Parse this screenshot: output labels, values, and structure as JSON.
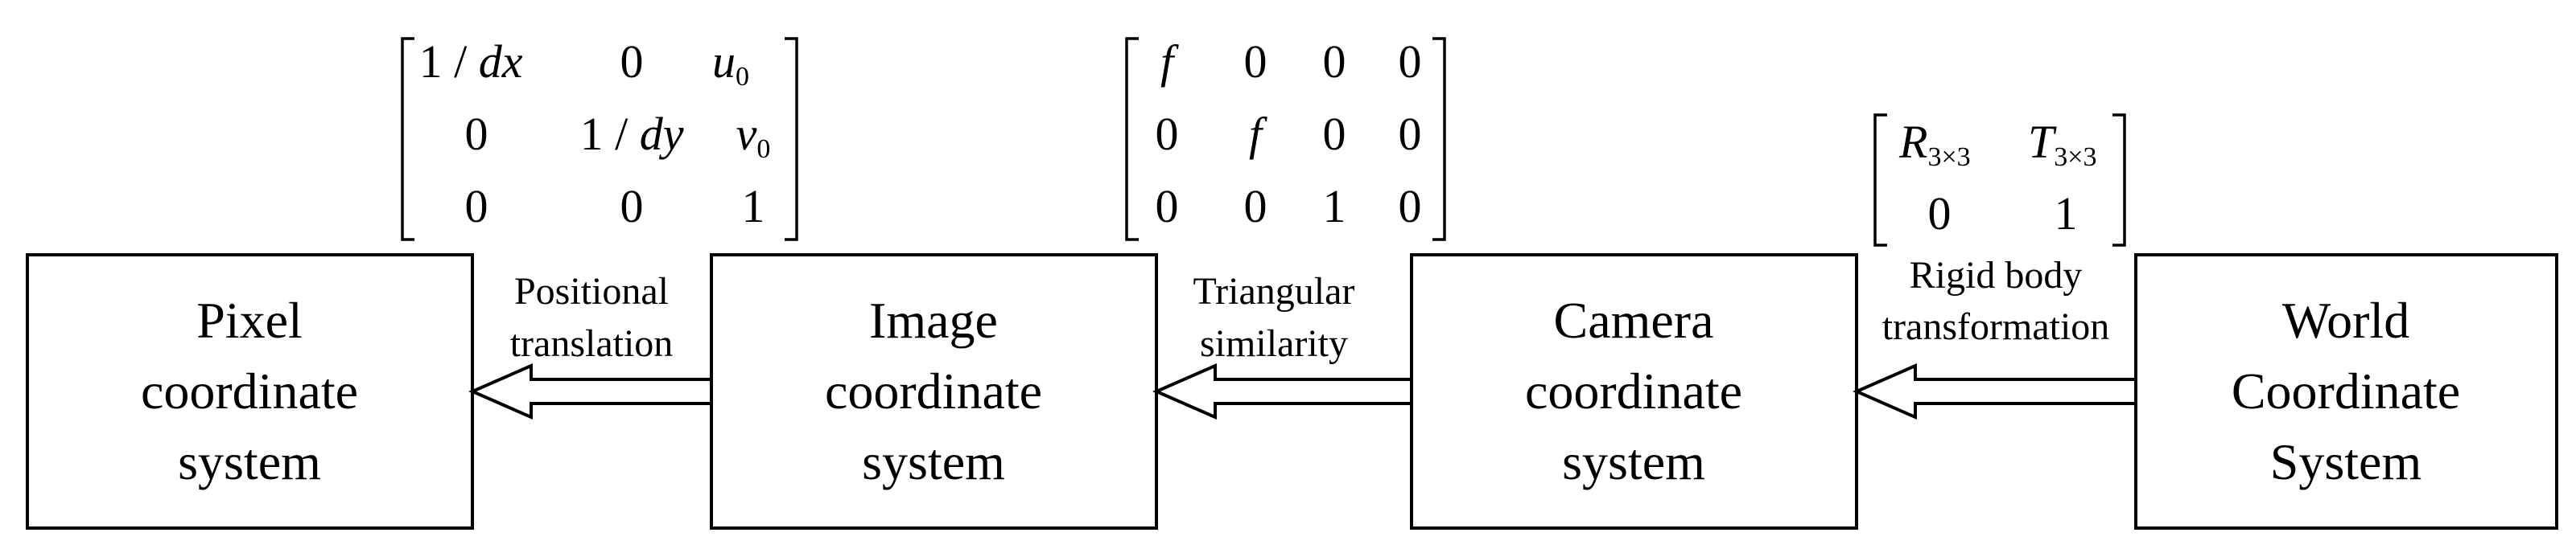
{
  "boxes": [
    {
      "id": "pixel",
      "lines": [
        "Pixel",
        "coordinate",
        "system"
      ]
    },
    {
      "id": "image",
      "lines": [
        "Image",
        "coordinate",
        "system"
      ]
    },
    {
      "id": "camera",
      "lines": [
        "Camera",
        "coordinate",
        "system"
      ]
    },
    {
      "id": "world",
      "lines": [
        "World",
        "Coordinate",
        "System"
      ]
    }
  ],
  "arrows": [
    {
      "id": "positional",
      "lines": [
        "Positional",
        "translation"
      ]
    },
    {
      "id": "triangular",
      "lines": [
        "Triangular",
        "similarity"
      ]
    },
    {
      "id": "rigid",
      "lines": [
        "Rigid body",
        "transformation"
      ]
    }
  ],
  "matrices": {
    "intrinsic": {
      "rows": [
        [
          "1 / dx",
          "0",
          "u0"
        ],
        [
          "0",
          "1 / dy",
          "v0"
        ],
        [
          "0",
          "0",
          "1"
        ]
      ]
    },
    "projection": {
      "rows": [
        [
          "f",
          "0",
          "0",
          "0"
        ],
        [
          "0",
          "f",
          "0",
          "0"
        ],
        [
          "0",
          "0",
          "1",
          "0"
        ]
      ]
    },
    "extrinsic": {
      "rows": [
        [
          "R3×3",
          "T3×3"
        ],
        [
          "0",
          "1"
        ]
      ]
    }
  }
}
